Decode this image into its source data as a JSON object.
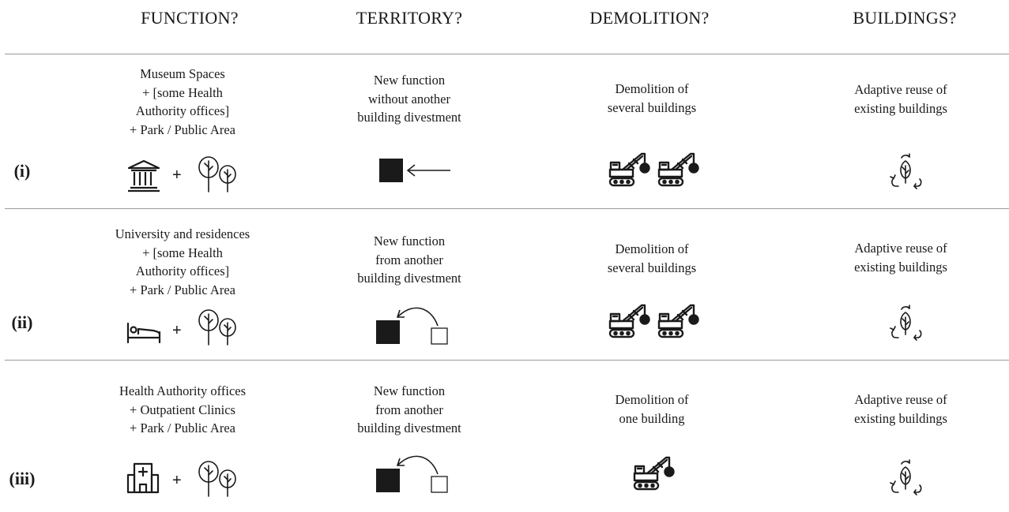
{
  "headers": {
    "function": "FUNCTION?",
    "territory": "TERRITORY?",
    "demolition": "DEMOLITION?",
    "buildings": "BUILDINGS?"
  },
  "rows": [
    {
      "label": "(i)",
      "function_lines": [
        "Museum Spaces",
        "+ [some Health",
        "Authority offices]",
        "+ Park / Public Area"
      ],
      "function_icon": "museum-icon",
      "territory_lines": [
        "New function",
        "without another",
        "building divestment"
      ],
      "territory_icon": "arrow-into-square-icon",
      "demolition_lines": [
        "Demolition of",
        "several buildings"
      ],
      "demolition_icon_count": 2,
      "buildings_lines": [
        "Adaptive reuse of",
        "existing buildings"
      ],
      "buildings_icon": "recycle-leaf-icon"
    },
    {
      "label": "(ii)",
      "function_lines": [
        "University and residences",
        "+ [some Health",
        "Authority offices]",
        "+ Park / Public Area"
      ],
      "function_icon": "bed-icon",
      "territory_lines": [
        "New function",
        "from another",
        "building divestment"
      ],
      "territory_icon": "curved-arrow-transfer-icon",
      "demolition_lines": [
        "Demolition of",
        "several buildings"
      ],
      "demolition_icon_count": 2,
      "buildings_lines": [
        "Adaptive reuse of",
        "existing buildings"
      ],
      "buildings_icon": "recycle-leaf-icon"
    },
    {
      "label": "(iii)",
      "function_lines": [
        "Health Authority offices",
        "+ Outpatient Clinics",
        "+ Park / Public Area"
      ],
      "function_icon": "hospital-icon",
      "territory_lines": [
        "New function",
        "from another",
        "building divestment"
      ],
      "territory_icon": "curved-arrow-transfer-icon",
      "demolition_lines": [
        "Demolition of",
        "one building"
      ],
      "demolition_icon_count": 1,
      "buildings_lines": [
        "Adaptive reuse of",
        "existing buildings"
      ],
      "buildings_icon": "recycle-leaf-icon"
    }
  ],
  "plus_sign": "+"
}
